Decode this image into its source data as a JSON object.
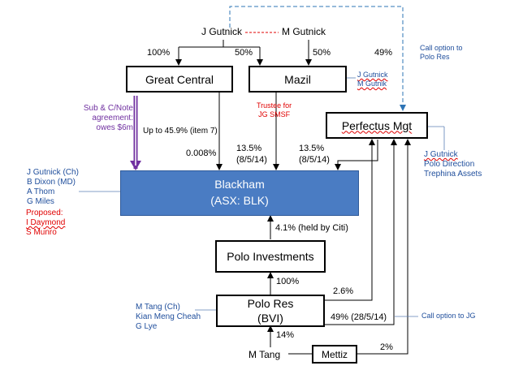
{
  "people": {
    "j_gutnick": "J Gutnick",
    "m_gutnick": "M Gutnick",
    "m_tang": "M Tang"
  },
  "boxes": {
    "great_central": "Great Central",
    "mazil": "Mazil",
    "perfectus": "Perfectus Mgt",
    "blackham_line1": "Blackham",
    "blackham_line2": "(ASX: BLK)",
    "polo_investments": "Polo Investments",
    "polo_res_line1": "Polo Res",
    "polo_res_line2": "(BVI)",
    "mettiz": "Mettiz"
  },
  "edges": {
    "jg_to_great_central": "100%",
    "jg_to_mazil": "50%",
    "mg_to_mazil": "50%",
    "perfectus_share": "49%",
    "great_central_up_to": "Up to 45.9% (item 7)",
    "great_central_direct": "0.008%",
    "mazil_to_blackham_pct": "13.5%",
    "mazil_to_blackham_date": "(8/5/14)",
    "perfectus_to_blackham_pct": "13.5%",
    "perfectus_to_blackham_date": "(8/5/14)",
    "polo_inv_to_blackham": "4.1% (held by Citi)",
    "polo_res_to_polo_inv": "100%",
    "polo_res_to_perfectus": "2.6%",
    "polo_res_49": "49% (28/5/14)",
    "mtang_to_polo_res": "14%",
    "mettiz_pct": "2%"
  },
  "notes": {
    "call_option_polo_line1": "Call option to",
    "call_option_polo_line2": "Polo Res",
    "mazil_directors": [
      "J Gutnick",
      "M Gutnik"
    ],
    "trustee_line1": "Trustee for",
    "trustee_line2": "JG SMSF",
    "sub_note": [
      "Sub & C/Note",
      "agreement:",
      "owes $6m"
    ],
    "perfectus_directors": [
      "J Gutnick",
      "Polo Direction",
      "Trephina Assets"
    ],
    "blackham_directors": [
      "J Gutnick (Ch)",
      "B Dixon (MD)",
      "A Thom",
      "G Miles"
    ],
    "proposed_label": "Proposed:",
    "proposed_names": [
      "I Daymond",
      "S Munro"
    ],
    "polo_res_directors": [
      "M Tang (Ch)",
      "Kian Meng Cheah",
      "G Lye"
    ],
    "call_option_jg": "Call option to JG"
  },
  "colors": {
    "blackham_fill": "#4a7cc3",
    "note_blue": "#1f4e9c",
    "note_red": "#e00000",
    "arrow_purple": "#7030a0",
    "dashed_blue": "#2e74b5"
  }
}
